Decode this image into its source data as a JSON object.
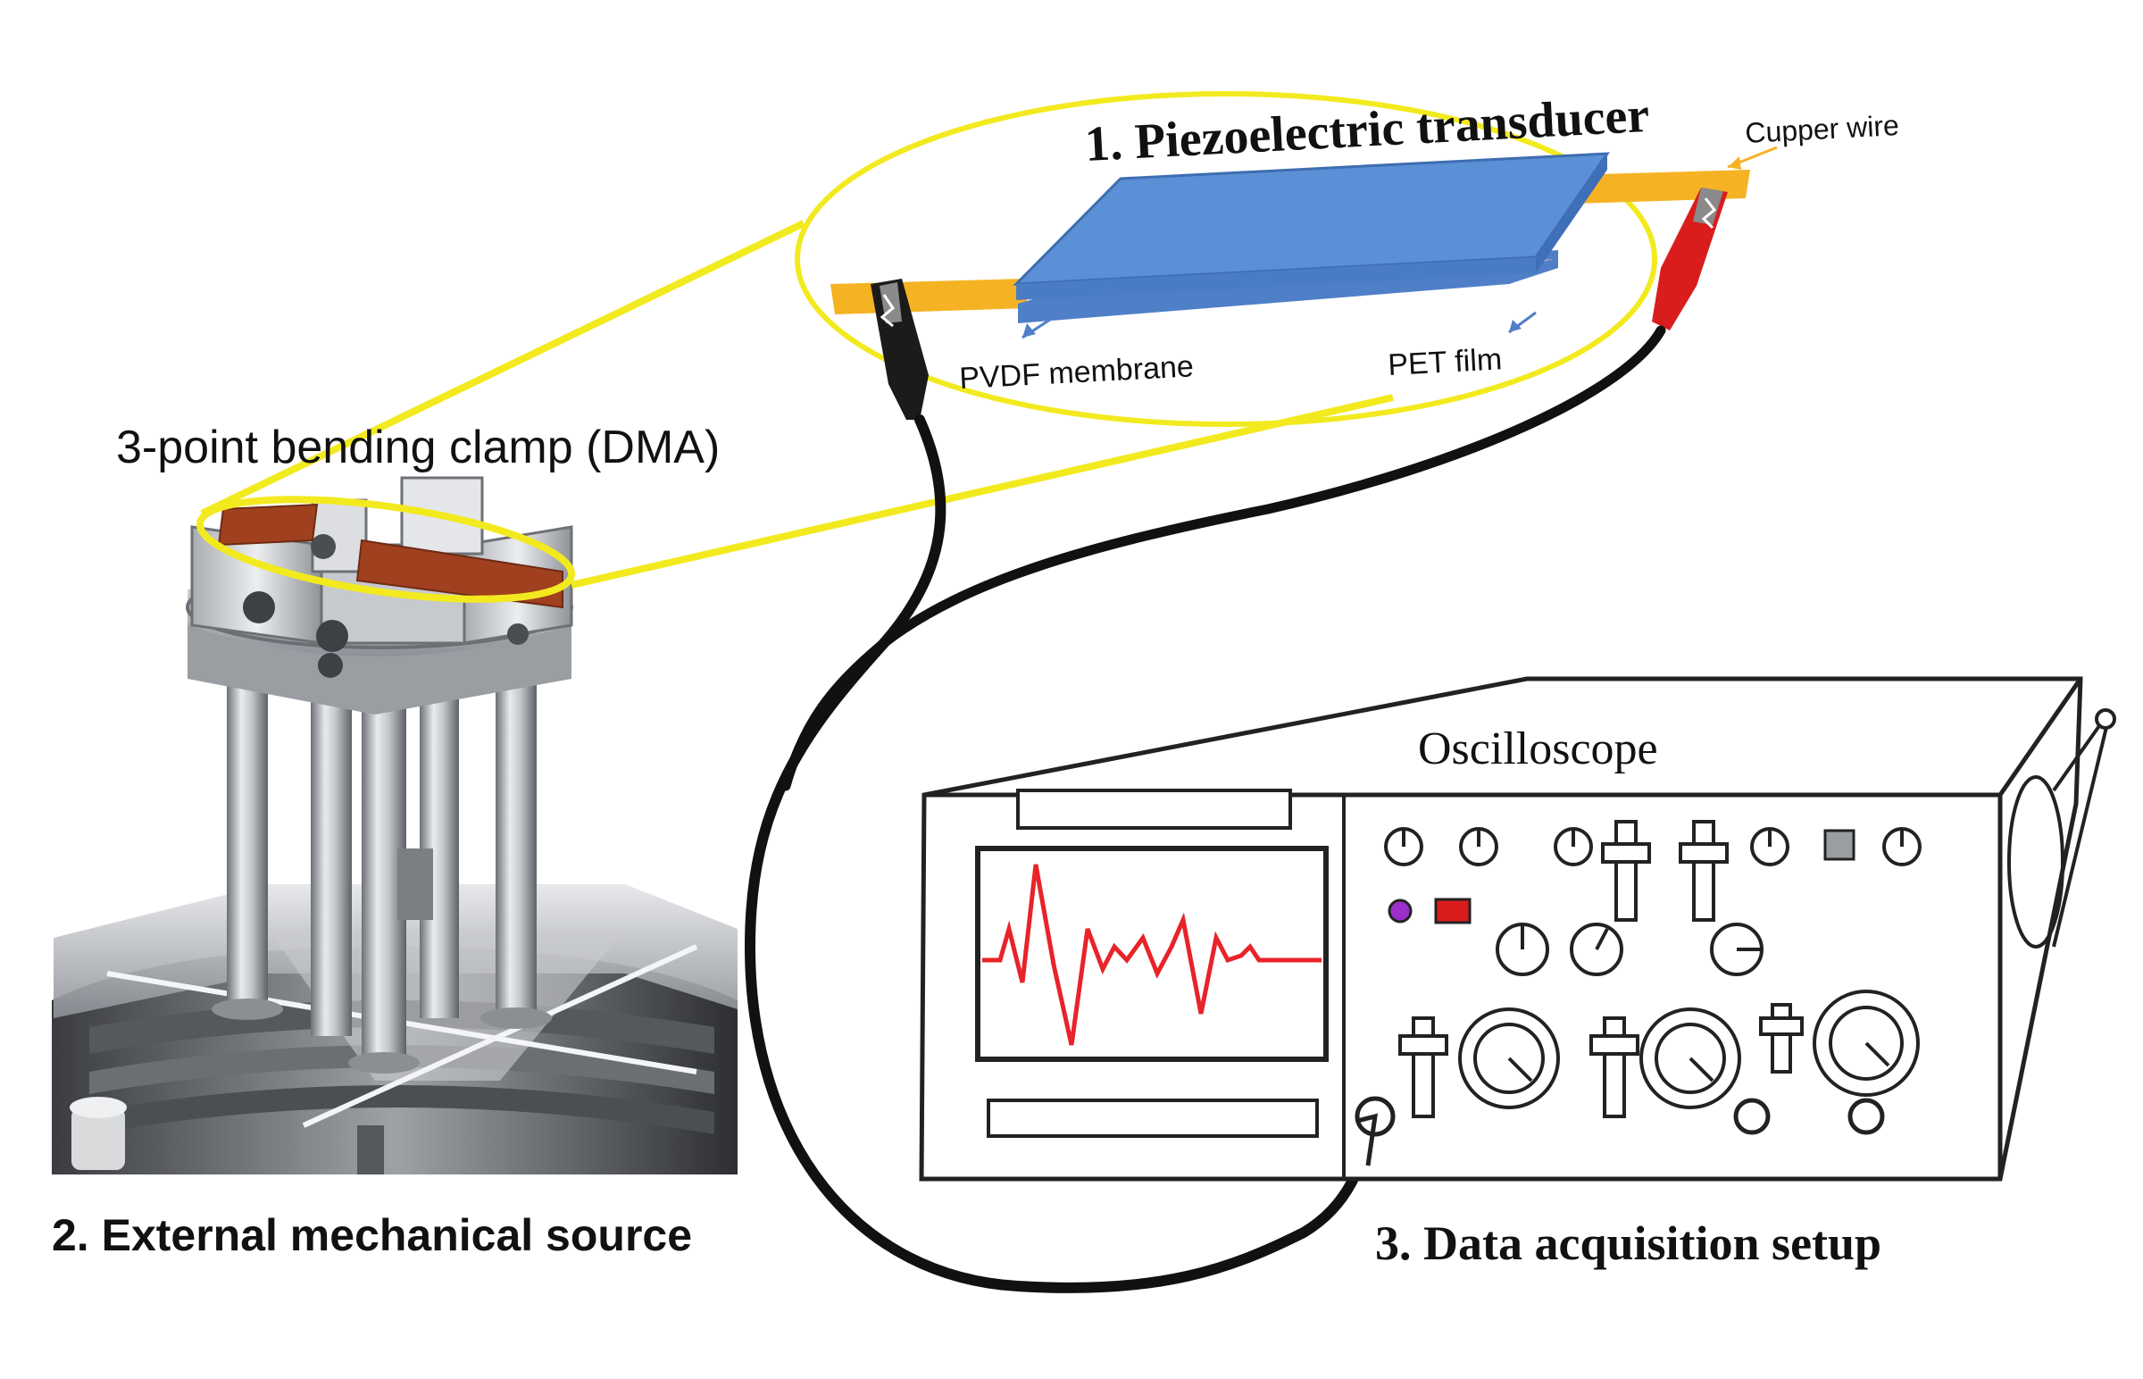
{
  "labels": {
    "transducer_title": "1. Piezoelectric transducer",
    "copper_wire": "Cupper wire",
    "pvdf_membrane": "PVDF membrane",
    "pet_film": "PET film",
    "clamp_title": "3-point bending clamp (DMA)",
    "mechanical_source": "2. External mechanical source",
    "oscilloscope": "Oscilloscope",
    "data_acquisition": "3. Data acquisition setup"
  },
  "colors": {
    "highlight_yellow": "#f2ea1f",
    "film_blue": "#5b8fd6",
    "copper_orange": "#f5b324",
    "signal_red": "#e8232a",
    "clip_red": "#d91c1c",
    "cable_black": "#111111",
    "sample_brown": "#a0401f",
    "metal_gray": "#b9bcc0"
  }
}
